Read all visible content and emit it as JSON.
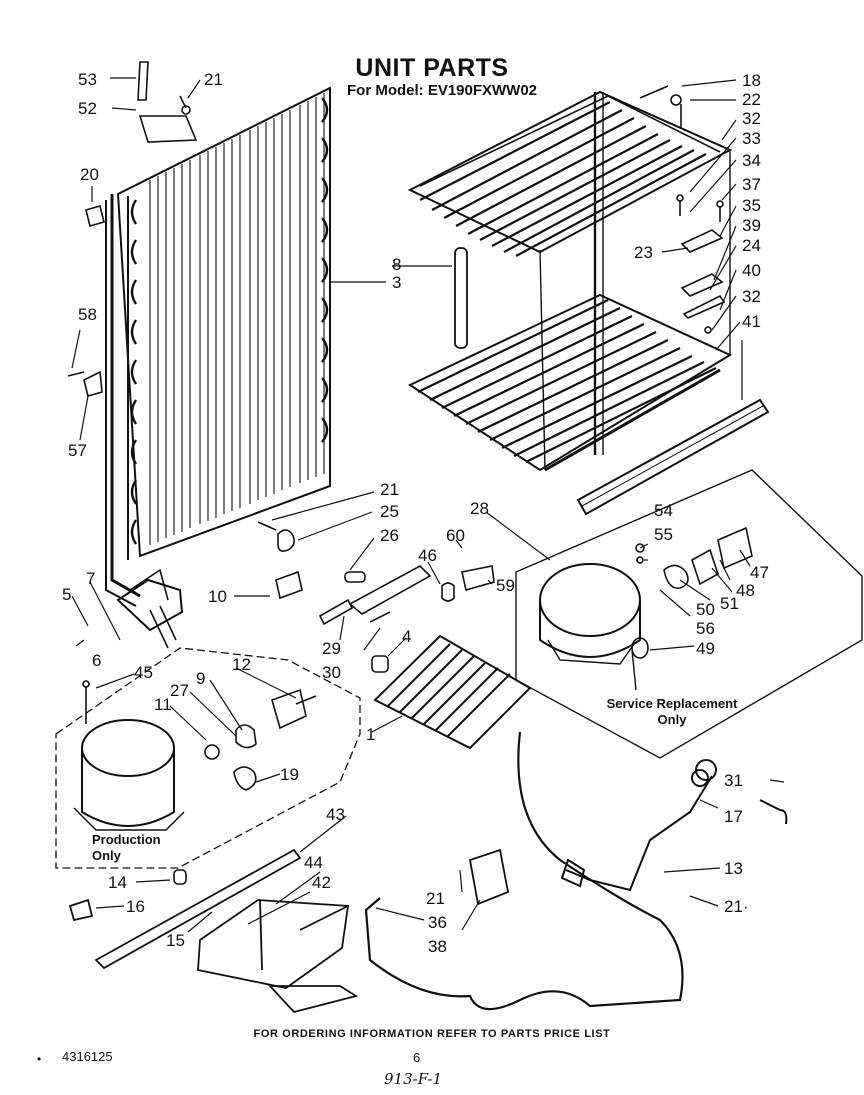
{
  "title": "UNIT PARTS",
  "subtitle": "For Model: EV190FXWW02",
  "callouts": {
    "c53": "53",
    "c21a": "21",
    "c52": "52",
    "c20": "20",
    "c58": "58",
    "c57": "57",
    "c8": "8",
    "c3": "3",
    "c18": "18",
    "c22": "22",
    "c32a": "32",
    "c33": "33",
    "c34": "34",
    "c37": "37",
    "c35": "35",
    "c23": "23",
    "c39": "39",
    "c24": "24",
    "c40": "40",
    "c32b": "32",
    "c41": "41",
    "c21b": "21",
    "c25": "25",
    "c26": "26",
    "c60": "60",
    "c46": "46",
    "c59": "59",
    "c10": "10",
    "c28": "28",
    "c7": "7",
    "c5": "5",
    "c6": "6",
    "c29": "29",
    "c30": "30",
    "c4": "4",
    "c45": "45",
    "c54": "54",
    "c55": "55",
    "c47": "47",
    "c48": "48",
    "c50": "50",
    "c51": "51",
    "c56": "56",
    "c49": "49",
    "c12": "12",
    "c9": "9",
    "c27": "27",
    "c11": "11",
    "c1": "1",
    "c19": "19",
    "c43": "43",
    "c44": "44",
    "c42": "42",
    "c14": "14",
    "c16": "16",
    "c15": "15",
    "c21c": "21",
    "c36": "36",
    "c38": "38",
    "c31": "31",
    "c17": "17",
    "c13": "13",
    "c21d": "21·"
  },
  "notes": {
    "service_line1": "Service Replacement",
    "service_line2": "Only",
    "production_line1": "Production",
    "production_line2": "Only"
  },
  "footer": "FOR ORDERING INFORMATION REFER TO PARTS PRICE LIST",
  "doc_number": "4316125",
  "page_number": "6",
  "handwritten_code": "913-F-1",
  "bullet": "•"
}
